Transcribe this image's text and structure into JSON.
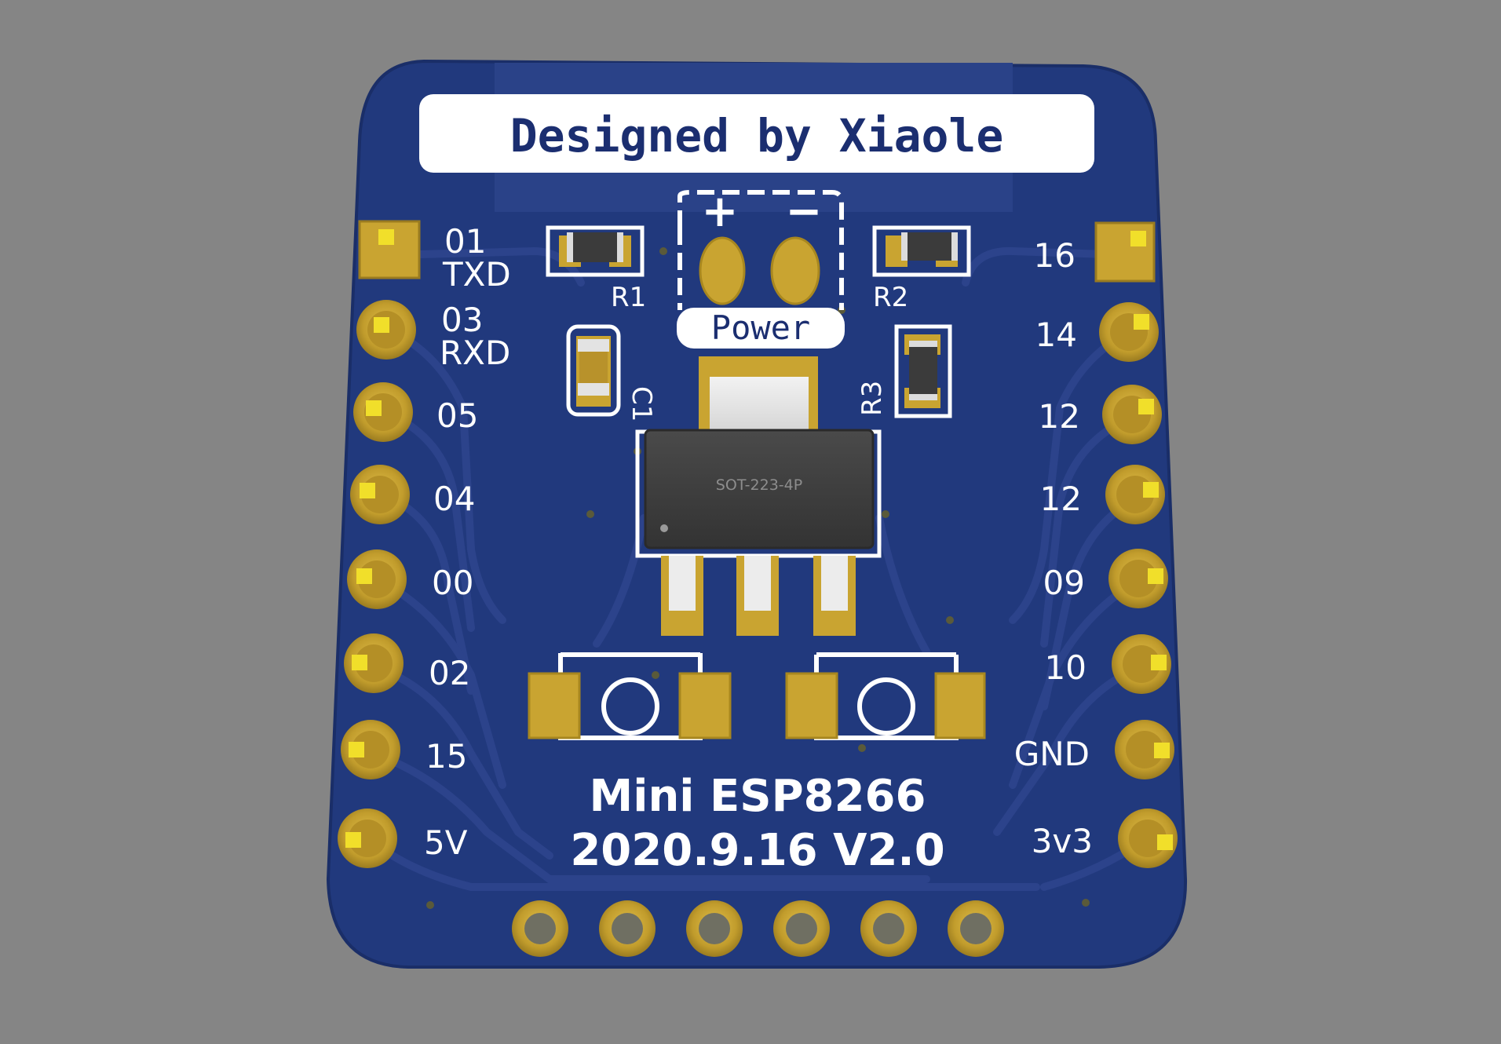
{
  "board": {
    "banner": "Designed by Xiaole",
    "title_line1": "Mini ESP8266",
    "title_line2": "2020.9.16 V2.0",
    "chip_label": "SOT-223-4P",
    "power": {
      "label": "Power",
      "plus": "+",
      "minus": "−"
    },
    "components": {
      "r1": "R1",
      "r2": "R2",
      "r3": "R3",
      "c1": "C1"
    },
    "left_pins": [
      {
        "line1": "01",
        "line2": "TXD"
      },
      {
        "line1": "03",
        "line2": "RXD"
      },
      {
        "line1": "05",
        "line2": ""
      },
      {
        "line1": "04",
        "line2": ""
      },
      {
        "line1": "00",
        "line2": ""
      },
      {
        "line1": "02",
        "line2": ""
      },
      {
        "line1": "15",
        "line2": ""
      },
      {
        "line1": "5V",
        "line2": ""
      }
    ],
    "right_pins": [
      "16",
      "14",
      "12",
      "12",
      "09",
      "10",
      "GND",
      "3v3"
    ],
    "colors": {
      "background": "#858585",
      "pcb": "#21397d",
      "trace": "#2b4289",
      "gold": "#c9a431",
      "silkscreen": "#ffffff",
      "chip": "#3f3f3f"
    }
  }
}
